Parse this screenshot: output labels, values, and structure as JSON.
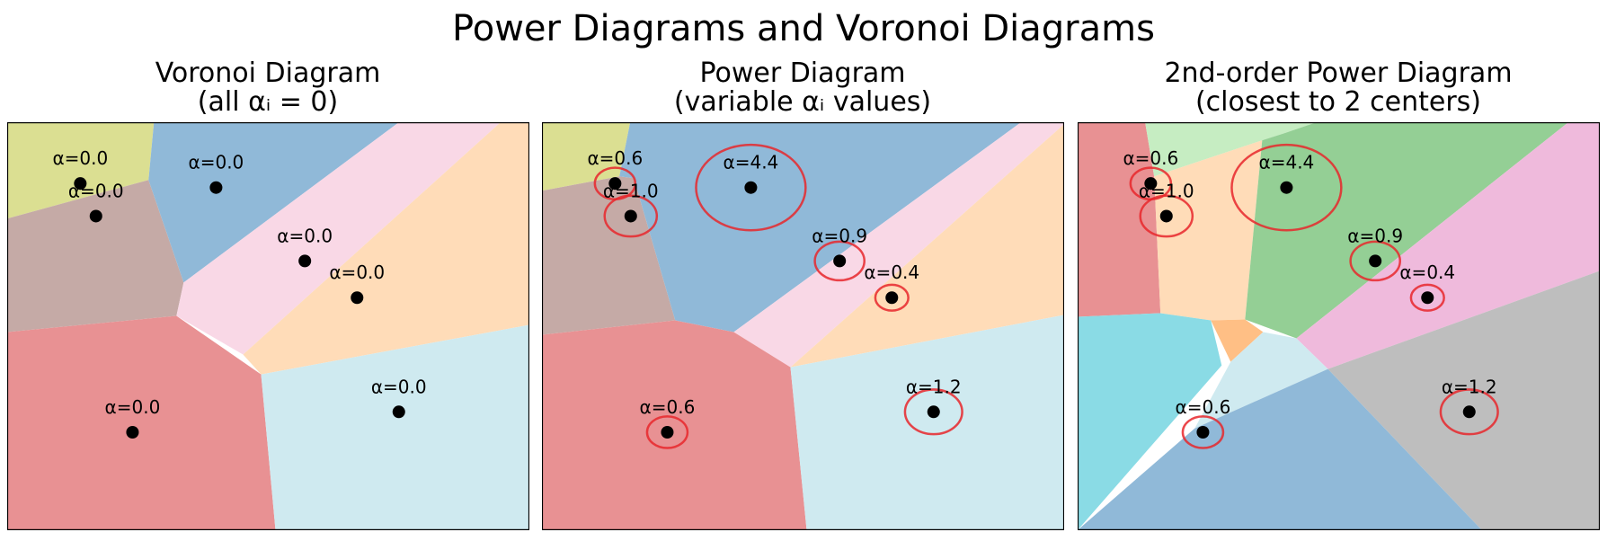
{
  "title": "Power Diagrams and Voronoi Diagrams",
  "panels": [
    {
      "title_line1": "Voronoi Diagram",
      "title_line2": "(all αᵢ = 0)"
    },
    {
      "title_line1": "Power Diagram",
      "title_line2": "(variable αᵢ values)"
    },
    {
      "title_line1": "2nd-order Power Diagram",
      "title_line2": "(closest to 2 centers)"
    }
  ],
  "colors": {
    "olive": "#dbdf92",
    "taupe": "#c5aaa6",
    "blue": "#90b9d8",
    "pink": "#f9d8e6",
    "peach": "#ffdcb8",
    "red": "#e89193",
    "cyan": "#cfeaf0",
    "green_light": "#c6edc2",
    "green": "#94cf95",
    "orchid": "#efbadc",
    "teal": "#8adbe5",
    "orange": "#ffbf85",
    "gray": "#bebebe",
    "circle": "#e8272b",
    "point": "#000000"
  },
  "chart_data": [
    {
      "type": "scatter",
      "title": "Voronoi Diagram (all αᵢ = 0)",
      "points": [
        {
          "x": 0.14,
          "y": 0.85,
          "alpha": "α=0.0"
        },
        {
          "x": 0.17,
          "y": 0.77,
          "alpha": "α=0.0"
        },
        {
          "x": 0.4,
          "y": 0.84,
          "alpha": "α=0.0"
        },
        {
          "x": 0.57,
          "y": 0.66,
          "alpha": "α=0.0"
        },
        {
          "x": 0.67,
          "y": 0.57,
          "alpha": "α=0.0"
        },
        {
          "x": 0.24,
          "y": 0.24,
          "alpha": "α=0.0"
        },
        {
          "x": 0.75,
          "y": 0.29,
          "alpha": "α=0.0"
        }
      ]
    },
    {
      "type": "scatter",
      "title": "Power Diagram (variable αᵢ values)",
      "points": [
        {
          "x": 0.14,
          "y": 0.85,
          "alpha": "α=0.6"
        },
        {
          "x": 0.17,
          "y": 0.77,
          "alpha": "α=1.0"
        },
        {
          "x": 0.4,
          "y": 0.84,
          "alpha": "α=4.4"
        },
        {
          "x": 0.57,
          "y": 0.66,
          "alpha": "α=0.9"
        },
        {
          "x": 0.67,
          "y": 0.57,
          "alpha": "α=0.4"
        },
        {
          "x": 0.24,
          "y": 0.24,
          "alpha": "α=0.6"
        },
        {
          "x": 0.75,
          "y": 0.29,
          "alpha": "α=1.2"
        }
      ]
    },
    {
      "type": "scatter",
      "title": "2nd-order Power Diagram (closest to 2 centers)",
      "points": [
        {
          "x": 0.14,
          "y": 0.85,
          "alpha": "α=0.6"
        },
        {
          "x": 0.17,
          "y": 0.77,
          "alpha": "α=1.0"
        },
        {
          "x": 0.4,
          "y": 0.84,
          "alpha": "α=4.4"
        },
        {
          "x": 0.57,
          "y": 0.66,
          "alpha": "α=0.9"
        },
        {
          "x": 0.67,
          "y": 0.57,
          "alpha": "α=0.4"
        },
        {
          "x": 0.24,
          "y": 0.24,
          "alpha": "α=0.6"
        },
        {
          "x": 0.75,
          "y": 0.29,
          "alpha": "α=1.2"
        }
      ]
    }
  ]
}
